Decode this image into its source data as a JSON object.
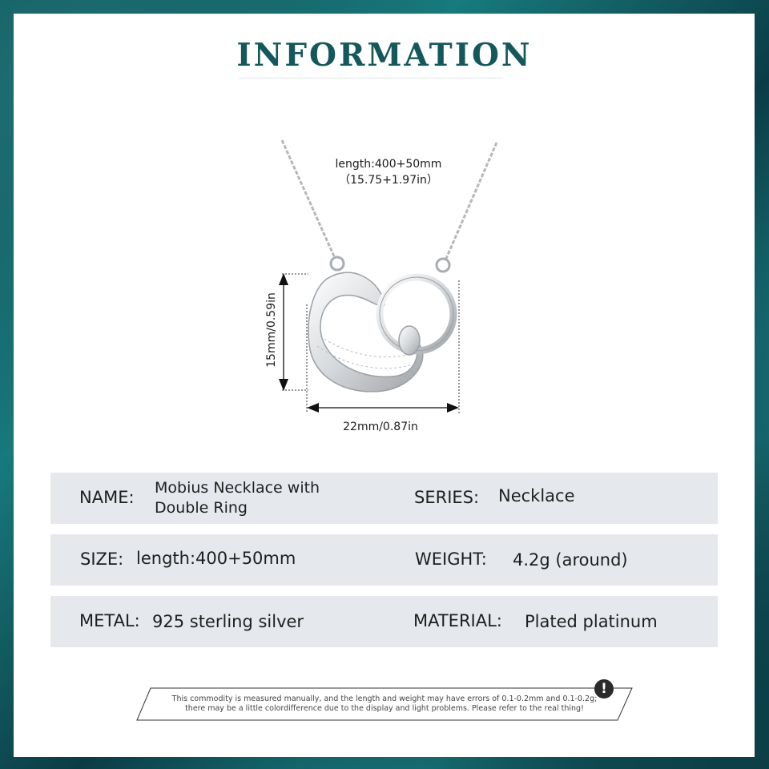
{
  "header": {
    "title": "INFORMATION"
  },
  "product_image": {
    "length_label": "length:400+50mm",
    "length_inch_label": "（15.75+1.97in）",
    "height_label": "15mm/0.59in",
    "width_label": "22mm/0.87in"
  },
  "specs": {
    "name_label": "NAME:",
    "name_line1": "Mobius Necklace with",
    "name_line2": "Double Ring",
    "series_label": "SERIES:",
    "series_value": "Necklace",
    "size_label": "SIZE:",
    "size_value": "length:400+50mm",
    "weight_label": "WEIGHT:",
    "weight_value": "4.2g (around)",
    "metal_label": "METAL:",
    "metal_value": "925 sterling silver",
    "material_label": "MATERIAL:",
    "material_value": "Plated platinum"
  },
  "notice": {
    "line1": "This commodity is measured manually, and the length and weight may have errors of 0.1-0.2mm and 0.1-0.2g;",
    "line2": "there may be a little colordifference due to the display and light problems. Please refer to the real thing!",
    "icon": "exclamation-icon"
  }
}
